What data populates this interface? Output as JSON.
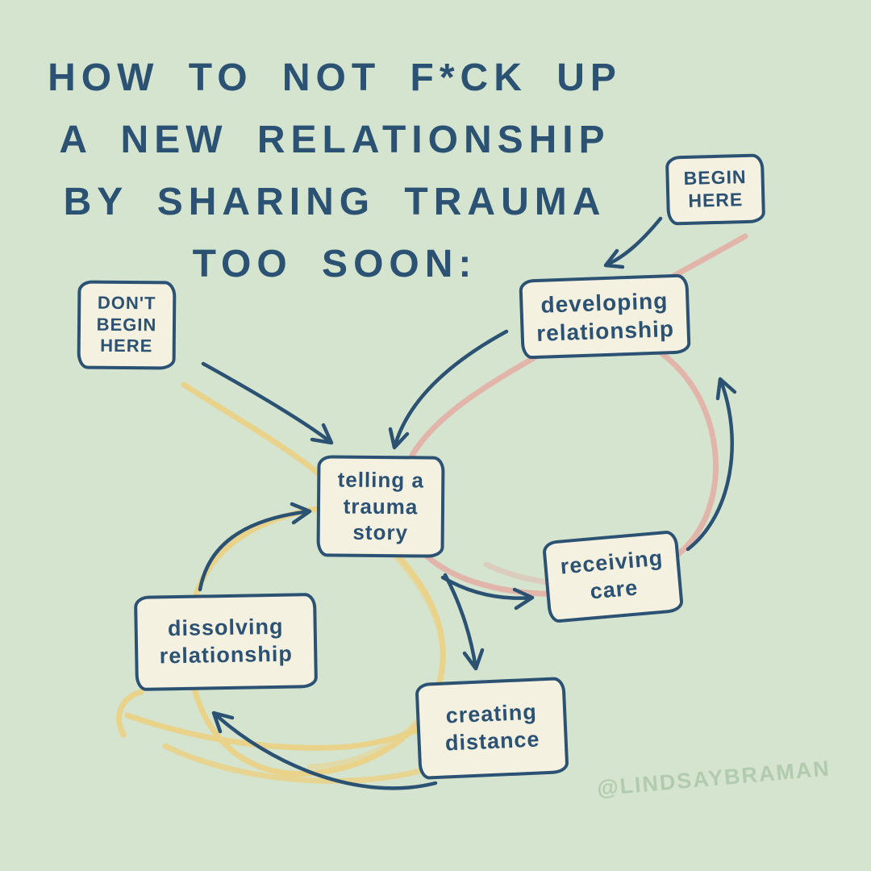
{
  "poster": {
    "title": "HOW TO NOT F*CK UP\nA NEW RELATIONSHIP\nBY SHARING TRAUMA\nTOO SOON:",
    "signature": "@LINDSAYBRAMAN"
  },
  "labels": {
    "begin": "BEGIN\nHERE",
    "dont_begin": "DON'T\nBEGIN\nHERE"
  },
  "nodes": {
    "developing": "developing\nrelationship",
    "telling": "telling a\ntrauma\nstory",
    "receiving": "receiving\ncare",
    "creating": "creating\ndistance",
    "dissolving": "dissolving\nrelationship"
  },
  "edges": [
    {
      "from": "BEGIN HERE",
      "to": "developing relationship"
    },
    {
      "from": "DON'T BEGIN HERE",
      "to": "telling a trauma story"
    },
    {
      "from": "developing relationship",
      "to": "telling a trauma story"
    },
    {
      "from": "telling a trauma story",
      "to": "receiving care"
    },
    {
      "from": "receiving care",
      "to": "developing relationship"
    },
    {
      "from": "telling a trauma story",
      "to": "creating distance"
    },
    {
      "from": "creating distance",
      "to": "dissolving relationship"
    },
    {
      "from": "dissolving relationship",
      "to": "telling a trauma story"
    }
  ],
  "cycles": {
    "pink_loop": [
      "developing relationship",
      "telling a trauma story",
      "receiving care"
    ],
    "yellow_loop": [
      "telling a trauma story",
      "creating distance",
      "dissolving relationship"
    ]
  },
  "colors": {
    "background": "#d5e4cf",
    "ink": "#2b5173",
    "box_fill": "#f4f1e1",
    "pink_loop": "#e2b5ab",
    "yellow_loop": "#e9d28a",
    "signature": "#b2cbae"
  }
}
